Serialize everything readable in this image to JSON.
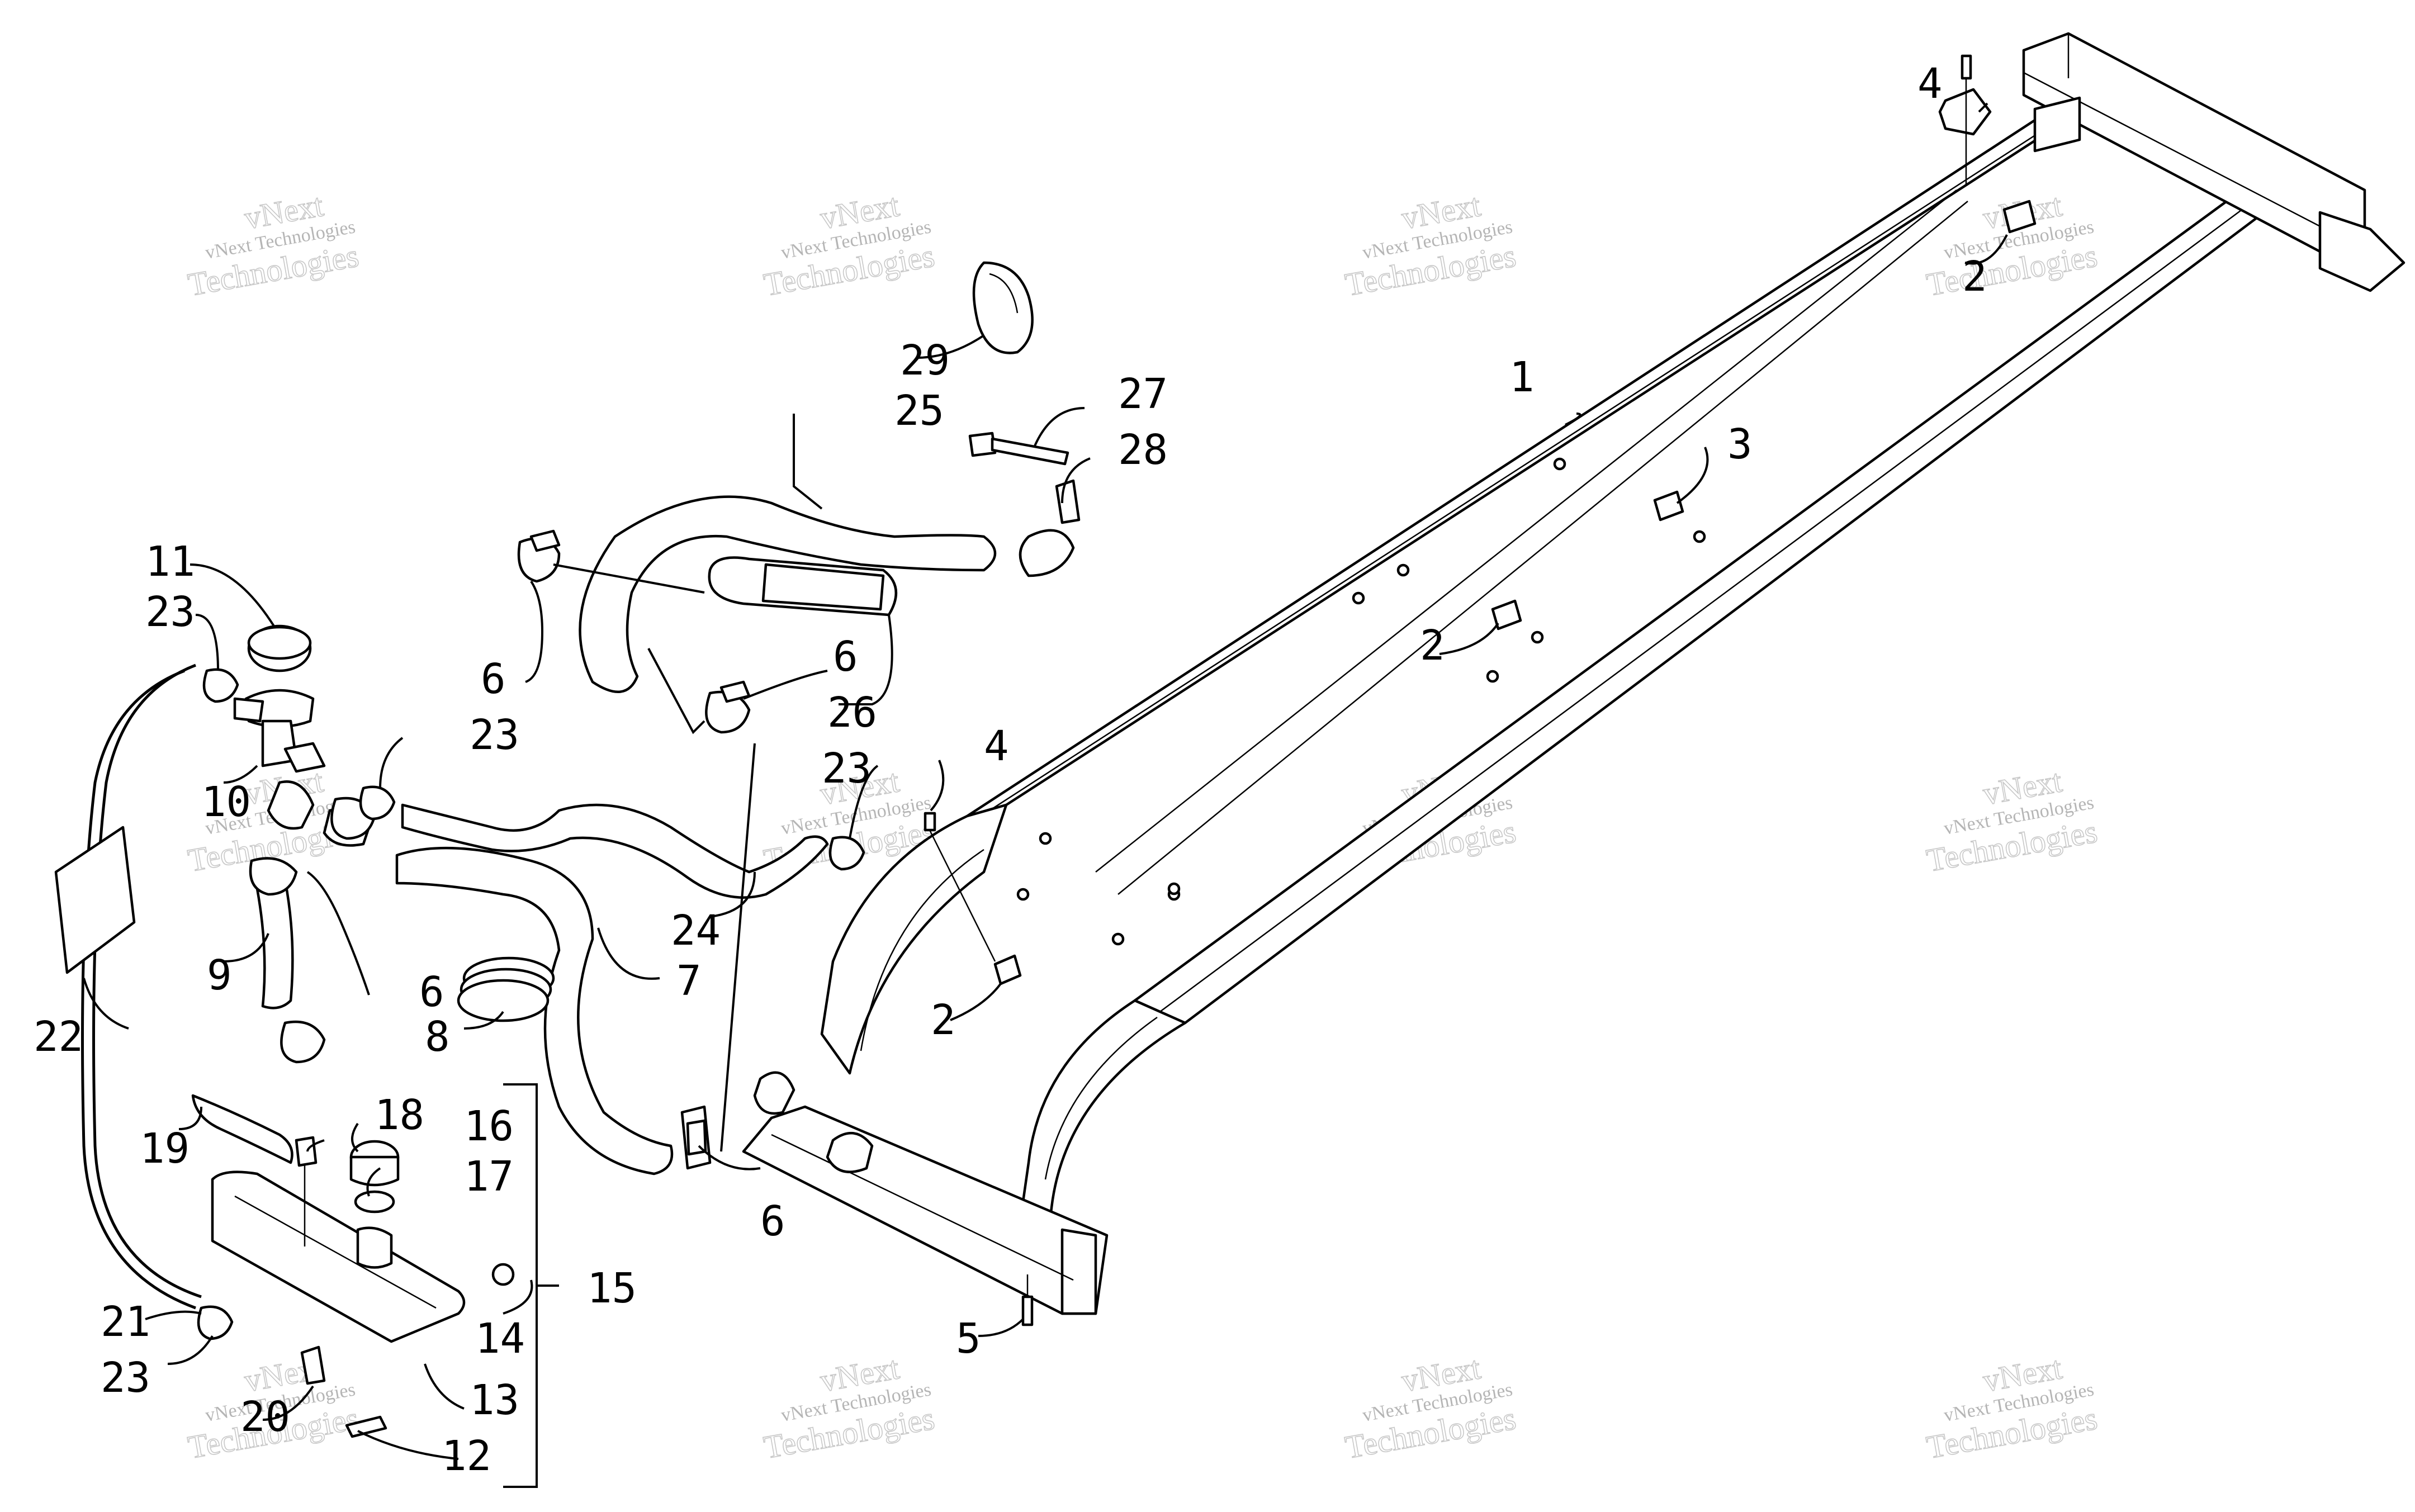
{
  "diagram": {
    "watermark": {
      "line1": "vNext",
      "line2": "vNext Technologies",
      "line3": "Technologies"
    },
    "callouts": [
      {
        "label": "1"
      },
      {
        "label": "2"
      },
      {
        "label": "2"
      },
      {
        "label": "2"
      },
      {
        "label": "2"
      },
      {
        "label": "3"
      },
      {
        "label": "4"
      },
      {
        "label": "4"
      },
      {
        "label": "5"
      },
      {
        "label": "6"
      },
      {
        "label": "6"
      },
      {
        "label": "6"
      },
      {
        "label": "6"
      },
      {
        "label": "7"
      },
      {
        "label": "8"
      },
      {
        "label": "9"
      },
      {
        "label": "10"
      },
      {
        "label": "11"
      },
      {
        "label": "12"
      },
      {
        "label": "13"
      },
      {
        "label": "14"
      },
      {
        "label": "15"
      },
      {
        "label": "16"
      },
      {
        "label": "17"
      },
      {
        "label": "18"
      },
      {
        "label": "19"
      },
      {
        "label": "20"
      },
      {
        "label": "21"
      },
      {
        "label": "22"
      },
      {
        "label": "23"
      },
      {
        "label": "23"
      },
      {
        "label": "23"
      },
      {
        "label": "23"
      },
      {
        "label": "24"
      },
      {
        "label": "25"
      },
      {
        "label": "26"
      },
      {
        "label": "27"
      },
      {
        "label": "28"
      },
      {
        "label": "29"
      }
    ]
  }
}
